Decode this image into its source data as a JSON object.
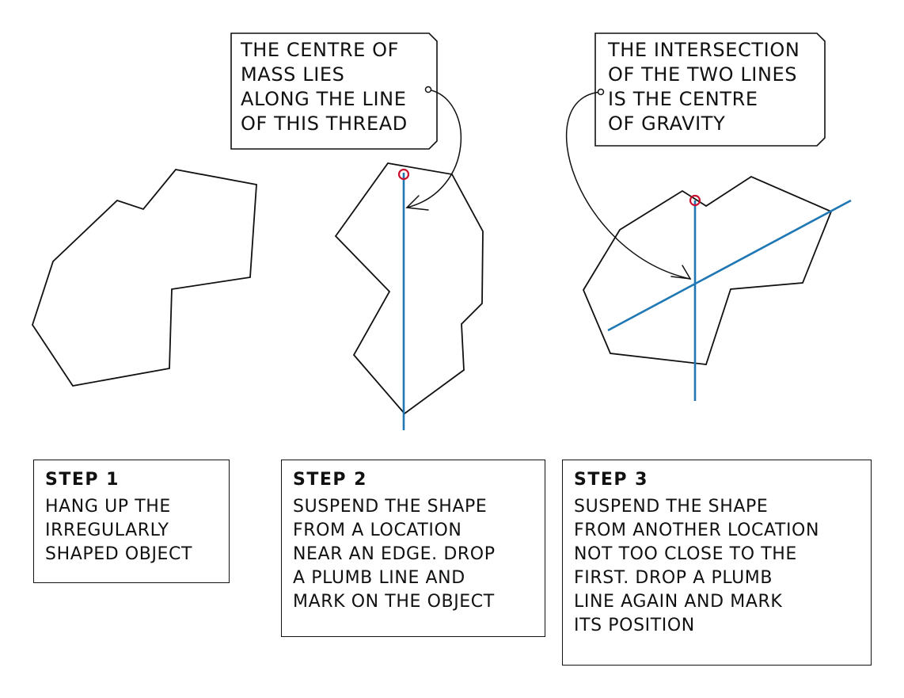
{
  "callouts": {
    "centre_of_mass": {
      "lines": [
        "THE CENTRE OF",
        "MASS LIES",
        "ALONG THE LINE",
        "OF THIS THREAD"
      ]
    },
    "intersection": {
      "lines": [
        "THE INTERSECTION",
        "OF THE TWO LINES",
        "IS THE CENTRE",
        "OF GRAVITY"
      ]
    }
  },
  "steps": [
    {
      "title": "STEP 1",
      "lines": [
        "HANG UP THE",
        "IRREGULARLY",
        "SHAPED OBJECT"
      ]
    },
    {
      "title": "STEP 2",
      "lines": [
        "SUSPEND THE SHAPE",
        "FROM A LOCATION",
        "NEAR AN EDGE. DROP",
        "A PLUMB LINE AND",
        "MARK ON THE OBJECT"
      ]
    },
    {
      "title": "STEP 3",
      "lines": [
        "SUSPEND THE SHAPE",
        "FROM ANOTHER LOCATION",
        "NOT TOO CLOSE TO THE",
        "FIRST. DROP A PLUMB",
        "LINE AGAIN AND MARK",
        "ITS POSITION"
      ]
    }
  ],
  "colors": {
    "plumb_line": "#1f77b4",
    "pivot_marker": "#c8102e",
    "outline": "#111111"
  }
}
